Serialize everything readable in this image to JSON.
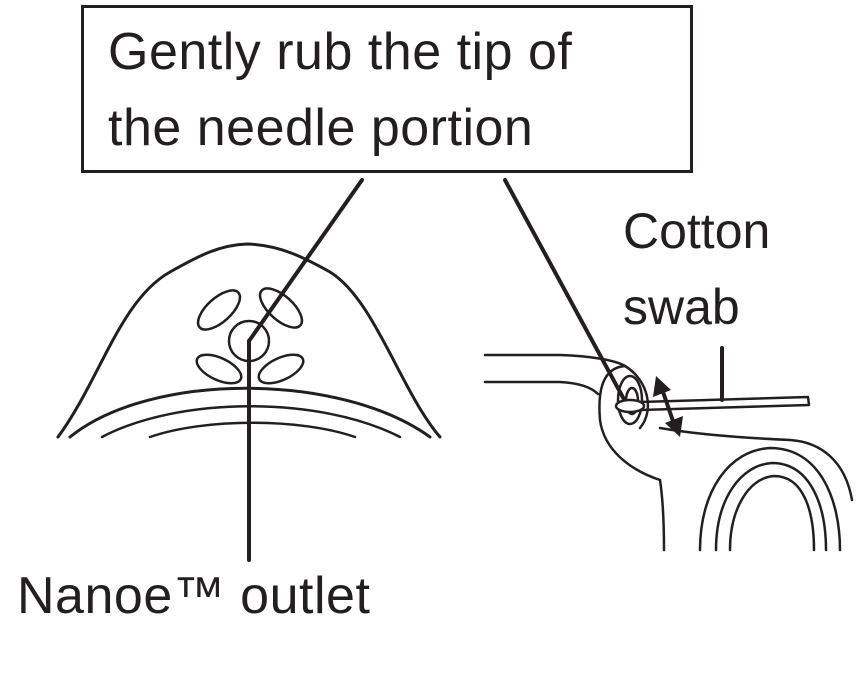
{
  "callout": {
    "line1": "Gently rub the tip of",
    "line2": "the needle portion"
  },
  "cotton_swab": {
    "line1": "Cotton",
    "line2": "swab"
  },
  "outlet": {
    "label": "Nanoe™ outlet"
  },
  "colors": {
    "ink": "#231f20",
    "background": "#ffffff"
  }
}
